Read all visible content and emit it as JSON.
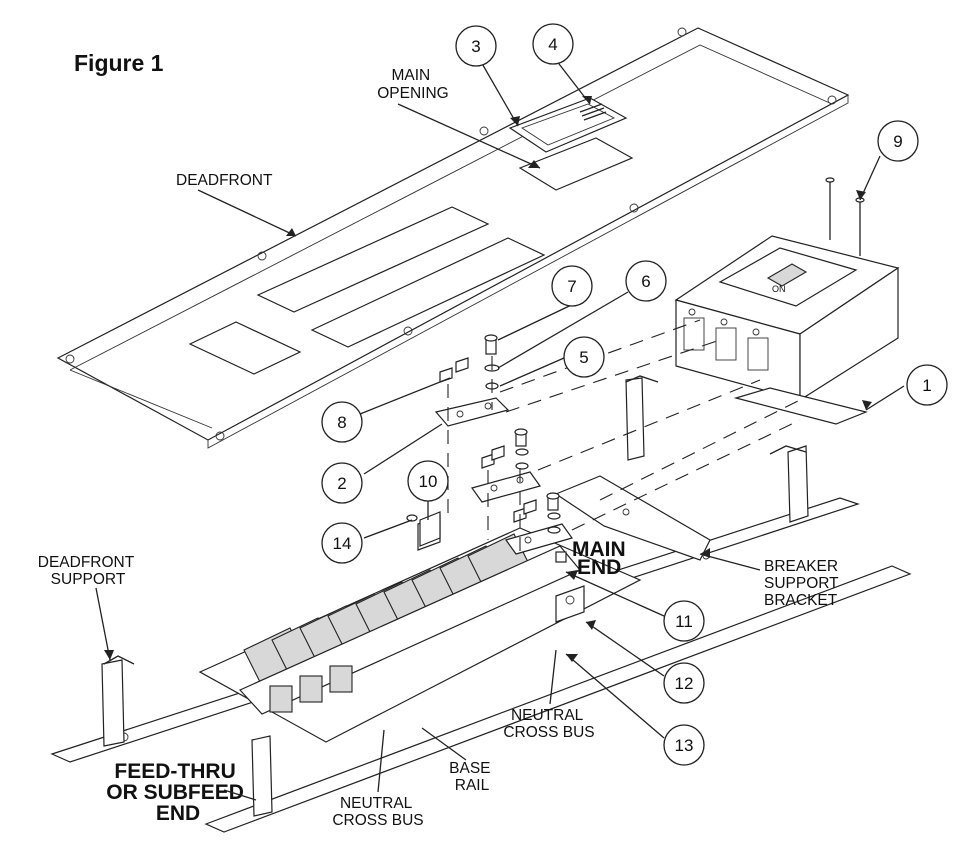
{
  "figure": {
    "title": "Figure 1"
  },
  "labels": {
    "main_opening": [
      "MAIN",
      "OPENING"
    ],
    "deadfront": "DEADFRONT",
    "deadfront_support": [
      "DEADFRONT",
      "SUPPORT"
    ],
    "main_end": [
      "MAIN",
      "END"
    ],
    "breaker_support_bracket": [
      "BREAKER",
      "SUPPORT",
      "BRACKET"
    ],
    "neutral_cross_bus_right": [
      "NEUTRAL",
      "CROSS BUS"
    ],
    "neutral_cross_bus_bottom": [
      "NEUTRAL",
      "CROSS BUS"
    ],
    "base_rail": [
      "BASE",
      "RAIL"
    ],
    "feed_thru_end": [
      "FEED-THRU",
      "OR SUBFEED",
      "END"
    ],
    "breaker_face": "ON"
  },
  "callouts": [
    "1",
    "2",
    "3",
    "4",
    "5",
    "6",
    "7",
    "8",
    "9",
    "10",
    "11",
    "12",
    "13",
    "14"
  ]
}
